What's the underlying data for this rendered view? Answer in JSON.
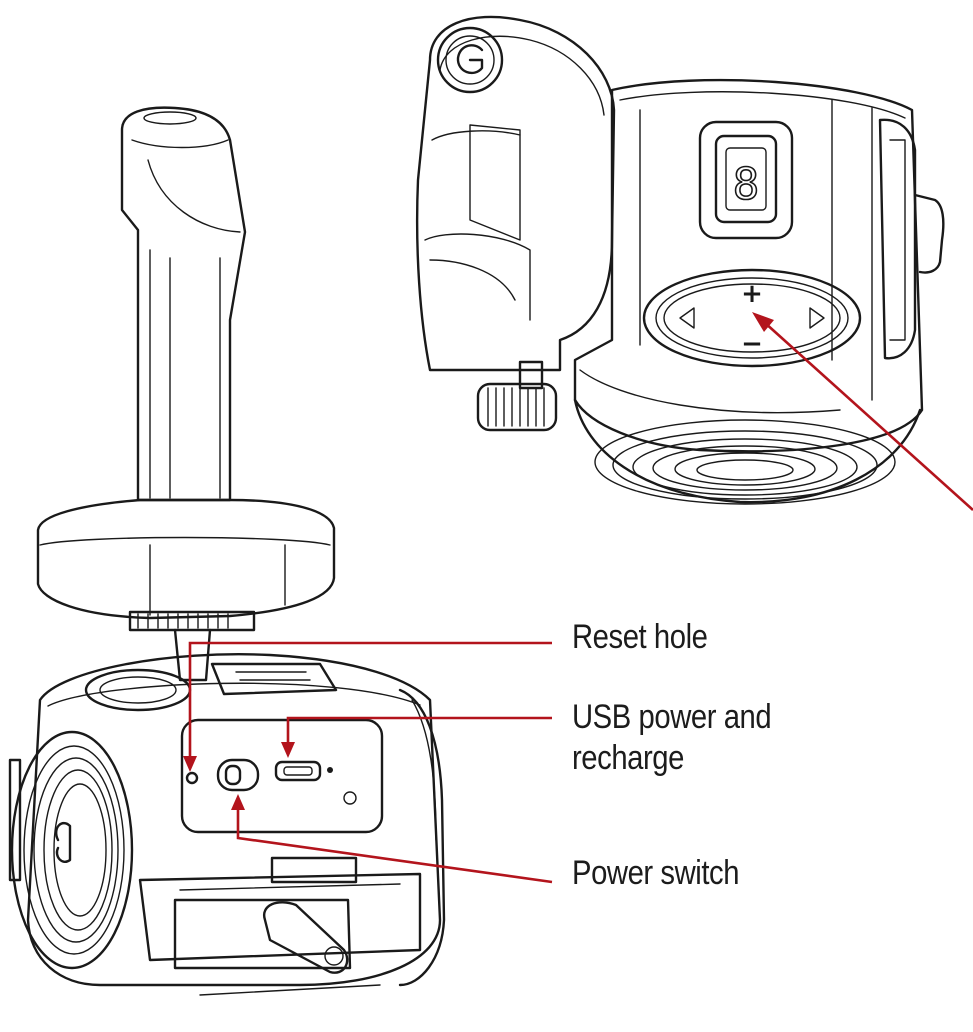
{
  "labels": {
    "reset_hole": "Reset hole",
    "usb_power_line1": "USB power and",
    "usb_power_line2": "recharge",
    "power_switch": "Power switch"
  },
  "display_keys": {
    "plus": "+",
    "minus": "−",
    "left": "◁",
    "right": "▷",
    "digit": "8"
  },
  "colors": {
    "callout": "#b3141c",
    "ink": "#1a1a1a",
    "background": "#ffffff"
  },
  "icons": [
    "g-logo-icon",
    "seven-segment-display-icon",
    "left-arrow-button-icon",
    "right-arrow-button-icon"
  ]
}
